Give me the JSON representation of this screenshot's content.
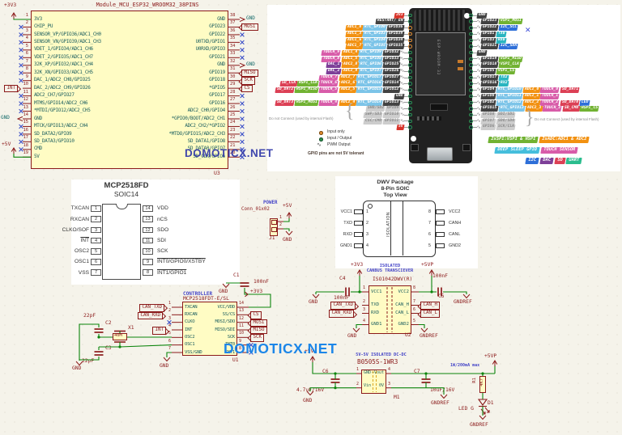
{
  "watermark": {
    "text": "DOMOTICX.NET"
  },
  "nets": {
    "p3v3": "+3V3",
    "p5v": "+5V",
    "p5vp": "+5VP",
    "gnd": "GND",
    "gndref": "GNDREF",
    "int": "INT",
    "mosi": "MOSI",
    "miso": "MISO",
    "sck": "SCK",
    "cs": "CS",
    "can_txd": "CAN_TXD",
    "can_rxd": "CAN_RXD",
    "can_h": "CAN_H",
    "can_l": "CAN_L"
  },
  "esp32": {
    "title": "Module_MCU_ESP32_WROOM32_38PINS",
    "ref": "U3",
    "left": [
      {
        "n": "1",
        "name": "3V3",
        "net": "p3v3"
      },
      {
        "n": "2",
        "name": "CHIP_PU",
        "nc": true
      },
      {
        "n": "3",
        "name": "SENSOR_VP/GPIO36/ADC1_CH0",
        "nc": true
      },
      {
        "n": "4",
        "name": "SENSOR_VN/GPIO39/ADC1_CH3",
        "nc": true
      },
      {
        "n": "5",
        "name": "VDET_1/GPIO34/ADC1_CH6",
        "nc": true
      },
      {
        "n": "6",
        "name": "VDET_2/GPIO35/ADC1_CH7",
        "nc": true
      },
      {
        "n": "7",
        "name": "32K_XP/GPIO32/ADC1_CH4",
        "nc": true
      },
      {
        "n": "8",
        "name": "32K_XN/GPIO33/ADC1_CH5",
        "nc": true
      },
      {
        "n": "9",
        "name": "DAC_1/ADC2_CH8/GPIO25",
        "nc": true
      },
      {
        "n": "10",
        "name": "DAC_2/ADC2_CH9/GPIO26",
        "glabel": "int"
      },
      {
        "n": "11",
        "name": "ADC2_CH7/GPIO27",
        "nc": true
      },
      {
        "n": "12",
        "name": "MTMS/GPIO14/ADC2_CH6",
        "nc": true
      },
      {
        "n": "13",
        "name": "*MTDI/GPIO12/ADC2_CH5",
        "nc": true
      },
      {
        "n": "14",
        "name": "GND",
        "gndlabel": true
      },
      {
        "n": "15",
        "name": "MTCK/GPIO13/ADC2_CH4",
        "nc": true
      },
      {
        "n": "16",
        "name": "SD_DATA2/GPIO9",
        "nc": true
      },
      {
        "n": "17",
        "name": "SD_DATA3/GPIO10",
        "nc": true
      },
      {
        "n": "18",
        "name": "CMD",
        "nc": true
      },
      {
        "n": "19",
        "name": "5V",
        "net": "p5v"
      }
    ],
    "right": [
      {
        "n": "38",
        "name": "GND",
        "gndnet": true
      },
      {
        "n": "37",
        "name": "GPIO23",
        "glabel": "mosi"
      },
      {
        "n": "36",
        "name": "GPIO22",
        "nc": true
      },
      {
        "n": "35",
        "name": "U0TXD/GPIO1",
        "nc": true
      },
      {
        "n": "34",
        "name": "U0RXD/GPIO3",
        "nc": true
      },
      {
        "n": "33",
        "name": "GPIO21",
        "nc": true
      },
      {
        "n": "32",
        "name": "GND",
        "gndnet": true
      },
      {
        "n": "31",
        "name": "GPIO19",
        "glabel": "miso"
      },
      {
        "n": "30",
        "name": "GPIO18",
        "glabel": "sck"
      },
      {
        "n": "29",
        "name": "*GPIO5",
        "glabel": "cs"
      },
      {
        "n": "28",
        "name": "GPIO17",
        "nc": true
      },
      {
        "n": "27",
        "name": "GPIO16",
        "nc": true
      },
      {
        "n": "26",
        "name": "ADC2_CH0/GPIO4",
        "nc": true
      },
      {
        "n": "25",
        "name": "*GPIO0/BOOT/ADC2_CH1",
        "nc": true
      },
      {
        "n": "24",
        "name": "ADC2_CH2/*GPIO2",
        "nc": true
      },
      {
        "n": "23",
        "name": "*MTDO/GPIO15/ADC2_CH3",
        "nc": true
      },
      {
        "n": "22",
        "name": "SD_DATA1/GPIO8",
        "nc": true
      },
      {
        "n": "21",
        "name": "SD_DATA0/GPIO7",
        "nc": true
      },
      {
        "n": "20",
        "name": "SD_CLK/GPIO6",
        "nc": true
      }
    ]
  },
  "pinout": {
    "board_chip": "ESP-WROOM-32",
    "chip_colors": {
      "red": "#D7352B",
      "dark": "#424242",
      "orange": "#F29111",
      "ltblue": "#7CC4E8",
      "pink": "#D85CA9",
      "purple": "#7D3F98",
      "green": "#71B232",
      "blue": "#2E6FD8",
      "cyan": "#2AB5C0",
      "sd": "#DC4055",
      "gray": "#CDCDCD",
      "dsleep": "#45BEDC",
      "uart": "#2BBD8E"
    },
    "left_rows": [
      {
        "chips": [
          [
            "3V3",
            "red"
          ]
        ],
        "dot": "io"
      },
      {
        "chips": [
          [
            "RESTART/ EN",
            "dark"
          ]
        ],
        "dot": "io"
      },
      {
        "chips": [
          [
            "ADC1_0",
            "orange"
          ],
          [
            "RTC_GPIO0",
            "ltblue"
          ],
          [
            "GPIO36",
            "dark"
          ]
        ],
        "dot": "in"
      },
      {
        "chips": [
          [
            "ADC1_3",
            "orange"
          ],
          [
            "RTC_GPIO3",
            "ltblue"
          ],
          [
            "GPIO39",
            "dark"
          ]
        ],
        "dot": "in"
      },
      {
        "chips": [
          [
            "ADC1_6",
            "orange"
          ],
          [
            "RTC_GPIO4",
            "ltblue"
          ],
          [
            "GPIO34",
            "dark"
          ]
        ],
        "dot": "in"
      },
      {
        "chips": [
          [
            "ADC1_7",
            "orange"
          ],
          [
            "RTC_GPIO5",
            "ltblue"
          ],
          [
            "GPIO35",
            "dark"
          ]
        ],
        "dot": "in"
      },
      {
        "chips": [
          [
            "TOUCH_9",
            "pink"
          ],
          [
            "ADC1_4",
            "orange"
          ],
          [
            "RTC_GPIO9",
            "ltblue"
          ],
          [
            "GPIO32",
            "dark"
          ]
        ],
        "dot": "io",
        "pwm": true
      },
      {
        "chips": [
          [
            "TOUCH_8",
            "pink"
          ],
          [
            "ADC1_5",
            "orange"
          ],
          [
            "RTC_GPIO8",
            "ltblue"
          ],
          [
            "GPIO33",
            "dark"
          ]
        ],
        "dot": "io",
        "pwm": true
      },
      {
        "chips": [
          [
            "DAC_1",
            "purple"
          ],
          [
            "ADC2_8",
            "orange"
          ],
          [
            "RTC_GPIO6",
            "ltblue"
          ],
          [
            "GPIO25",
            "dark"
          ]
        ],
        "dot": "io",
        "pwm": true
      },
      {
        "chips": [
          [
            "DAC_2",
            "purple"
          ],
          [
            "ADC2_9",
            "orange"
          ],
          [
            "RTC_GPIO7",
            "ltblue"
          ],
          [
            "GPIO26",
            "dark"
          ]
        ],
        "dot": "io",
        "pwm": true
      },
      {
        "chips": [
          [
            "TOUCH_7",
            "pink"
          ],
          [
            "ADC2_7",
            "orange"
          ],
          [
            "RTC_GPIO17",
            "ltblue"
          ],
          [
            "GPIO27",
            "dark"
          ]
        ],
        "dot": "io",
        "pwm": true
      },
      {
        "chips": [
          [
            "SD_CLK",
            "sd"
          ],
          [
            "HSPI_CLK",
            "green"
          ],
          [
            "TOUCH_6",
            "pink"
          ],
          [
            "ADC2_6",
            "orange"
          ],
          [
            "RTC_GPIO16",
            "ltblue"
          ],
          [
            "GPIO14",
            "dark"
          ]
        ],
        "dot": "io",
        "pwm": true
      },
      {
        "chips": [
          [
            "SD_DAT2",
            "sd"
          ],
          [
            "HSPI_MISO",
            "green"
          ],
          [
            "TOUCH_5",
            "pink"
          ],
          [
            "ADC2_5",
            "orange"
          ],
          [
            "RTC_GPIO15",
            "ltblue"
          ],
          [
            "GPIO12",
            "dark"
          ]
        ],
        "dot": "io",
        "pwm": true
      },
      {
        "chips": [
          [
            "GND",
            "dark"
          ]
        ],
        "dot": "io"
      },
      {
        "chips": [
          [
            "SD_DAT3",
            "sd"
          ],
          [
            "HSPI_MOSI",
            "green"
          ],
          [
            "TOUCH_4",
            "pink"
          ],
          [
            "ADC2_4",
            "orange"
          ],
          [
            "RTC_GPIO14",
            "ltblue"
          ],
          [
            "GPIO13",
            "dark"
          ]
        ],
        "dot": "io",
        "pwm": true
      },
      {
        "chips": [
          [
            "SHD/SD2",
            "gray"
          ],
          [
            "GPIO9",
            "gray"
          ]
        ],
        "dot": "io",
        "pwm": true
      },
      {
        "chips": [
          [
            "SWP/SD3",
            "gray"
          ],
          [
            "GPIO10",
            "gray"
          ]
        ],
        "dot": "io",
        "pwm": true
      },
      {
        "chips": [
          [
            "CSC/CMD",
            "gray"
          ],
          [
            "GPIO11",
            "gray"
          ]
        ],
        "dot": "io",
        "pwm": true
      },
      {
        "chips": [
          [
            "5V",
            "red"
          ]
        ],
        "dot": "io"
      }
    ],
    "right_rows": [
      {
        "chips": [
          [
            "GND",
            "dark"
          ]
        ],
        "dot": "io"
      },
      {
        "chips": [
          [
            "GPIO23",
            "dark"
          ],
          [
            "VSPI_MOSI",
            "green"
          ]
        ],
        "dot": "io",
        "pwm": true
      },
      {
        "chips": [
          [
            "GPIO22",
            "dark"
          ],
          [
            "I2C_SCL",
            "blue"
          ]
        ],
        "dot": "io",
        "pwm": true
      },
      {
        "chips": [
          [
            "GPIO1",
            "dark"
          ],
          [
            "TX0",
            "cyan"
          ]
        ],
        "dot": "io",
        "pwm": true
      },
      {
        "chips": [
          [
            "GPIO3",
            "dark"
          ],
          [
            "RX0",
            "cyan"
          ]
        ],
        "dot": "io",
        "pwm": true
      },
      {
        "chips": [
          [
            "GPIO21",
            "dark"
          ],
          [
            "I2C_SDA",
            "blue"
          ]
        ],
        "dot": "io",
        "pwm": true
      },
      {
        "chips": [
          [
            "GND",
            "dark"
          ]
        ],
        "dot": "io"
      },
      {
        "chips": [
          [
            "GPIO19",
            "dark"
          ],
          [
            "VSPI_MISO",
            "green"
          ]
        ],
        "dot": "io",
        "pwm": true
      },
      {
        "chips": [
          [
            "GPIO18",
            "dark"
          ],
          [
            "VSPI_CLK",
            "green"
          ]
        ],
        "dot": "io",
        "pwm": true
      },
      {
        "chips": [
          [
            "GPIO5",
            "dark"
          ],
          [
            "VSPI_CS",
            "green"
          ]
        ],
        "dot": "io",
        "pwm": true
      },
      {
        "chips": [
          [
            "GPIO17",
            "dark"
          ],
          [
            "TX2",
            "cyan"
          ]
        ],
        "dot": "io",
        "pwm": true
      },
      {
        "chips": [
          [
            "GPIO16",
            "dark"
          ],
          [
            "RX2",
            "cyan"
          ]
        ],
        "dot": "io",
        "pwm": true
      },
      {
        "chips": [
          [
            "GPIO4",
            "dark"
          ],
          [
            "RTC_GPIO10",
            "ltblue"
          ],
          [
            "ADC2_0",
            "orange"
          ],
          [
            "TOUCH_0",
            "pink"
          ],
          [
            "SD_DAT1",
            "sd"
          ]
        ],
        "dot": "io",
        "pwm": true
      },
      {
        "chips": [
          [
            "GPIO0",
            "dark"
          ],
          [
            "RTC_GPIO11",
            "ltblue"
          ],
          [
            "ADC2_1",
            "orange"
          ],
          [
            "TOUCH_1",
            "pink"
          ]
        ],
        "dot": "io",
        "pwm": true
      },
      {
        "chips": [
          [
            "GPIO2",
            "dark"
          ],
          [
            "RTC_GPIO12",
            "ltblue"
          ],
          [
            "ADC2_2",
            "orange"
          ],
          [
            "TOUCH_2",
            "pink"
          ],
          [
            "SD_DAT0",
            "sd"
          ],
          [
            "LED",
            "blue"
          ]
        ],
        "dot": "io",
        "pwm": true
      },
      {
        "chips": [
          [
            "GPIO15",
            "dark"
          ],
          [
            "RTC_GPIO13",
            "ltblue"
          ],
          [
            "ADC2_3",
            "orange"
          ],
          [
            "TOUCH_3",
            "pink"
          ],
          [
            "SD_CMD",
            "sd"
          ],
          [
            "HSPI_CS",
            "green"
          ]
        ],
        "dot": "io",
        "pwm": true
      },
      {
        "chips": [
          [
            "GPIO8",
            "gray"
          ],
          [
            "SDI/SD1",
            "gray"
          ]
        ],
        "dot": "io",
        "pwm": true
      },
      {
        "chips": [
          [
            "GPIO7",
            "gray"
          ],
          [
            "SDO/SD0",
            "gray"
          ]
        ],
        "dot": "io",
        "pwm": true
      },
      {
        "chips": [
          [
            "GPIO6",
            "gray"
          ],
          [
            "SCK/CLK",
            "gray"
          ]
        ],
        "dot": "io",
        "pwm": true
      }
    ],
    "dnc_note": "Do not Connect (used by internal Flash)",
    "legend": {
      "input_only": "Input only",
      "io": "Input / Output",
      "pwm": "PWM Output",
      "note": "GPIO pins are not 5V tolerant"
    },
    "badges": [
      [
        [
          "2xSPI:VSPI & HSPI",
          "green"
        ],
        [
          "2xADC:ADC1 & ADC2",
          "orange"
        ]
      ],
      [
        [
          "DEEP SLEEP GPIO",
          "dsleep"
        ],
        [
          "TOUCH SENSOR",
          "pink"
        ]
      ],
      [
        [
          "I2C",
          "blue"
        ],
        [
          "DAC",
          "purple"
        ],
        [
          "SD",
          "sd"
        ],
        [
          "UART",
          "uart"
        ]
      ]
    ]
  },
  "mcp_pkg": {
    "name": "MCP2518FD",
    "pkg": "SOIC14",
    "left": [
      [
        "1",
        "TXCAN",
        0
      ],
      [
        "2",
        "RXCAN",
        0
      ],
      [
        "3",
        "CLKO/SOF",
        0
      ],
      [
        "4",
        "INT",
        1
      ],
      [
        "5",
        "OSC2",
        0
      ],
      [
        "6",
        "OSC1",
        0
      ],
      [
        "7",
        "VSS",
        0
      ]
    ],
    "right": [
      [
        "14",
        "VDD",
        0
      ],
      [
        "13",
        "nCS",
        0
      ],
      [
        "12",
        "SDO",
        0
      ],
      [
        "11",
        "SDI",
        0
      ],
      [
        "10",
        "SCK",
        0
      ],
      [
        "9",
        "INT0/GPIO0/XSTBY",
        1
      ],
      [
        "8",
        "INT1/GPIO1",
        1
      ]
    ]
  },
  "dwv_pkg": {
    "t1": "DWV Package",
    "t2": "8-Pin SOIC",
    "t3": "Top View",
    "center": "ISOLATION",
    "left": [
      [
        "1",
        "VCC1"
      ],
      [
        "2",
        "TXD"
      ],
      [
        "3",
        "RXD"
      ],
      [
        "4",
        "GND1"
      ]
    ],
    "right": [
      [
        "8",
        "VCC2"
      ],
      [
        "7",
        "CANH"
      ],
      [
        "6",
        "CANL"
      ],
      [
        "5",
        "GND2"
      ]
    ]
  },
  "j1": {
    "doc": "POWER",
    "part": "Conn_01x02",
    "ref": "J1",
    "p1": "1",
    "p2": "2"
  },
  "u1": {
    "doc": "CONTROLLER",
    "part": "MCP2518FDT-E/SL",
    "ref": "U1",
    "left": [
      [
        "1",
        "TXCAN"
      ],
      [
        "2",
        "RXCAN"
      ],
      [
        "3",
        "CLKO"
      ],
      [
        "4",
        "INT"
      ],
      [
        "5",
        "OSC2"
      ],
      [
        "6",
        "OSC1"
      ],
      [
        "7",
        "VSS/GND"
      ]
    ],
    "right": [
      [
        "14",
        "VCC/VDD"
      ],
      [
        "13",
        "SS/CS"
      ],
      [
        "12",
        "MOSI/SDO"
      ],
      [
        "11",
        "MISO/SDI"
      ],
      [
        "10",
        "SCK"
      ],
      [
        "9",
        "INT0"
      ],
      [
        "8",
        "INT1"
      ]
    ]
  },
  "u2": {
    "doc1": "ISOLATED",
    "doc2": "CANBUS TRANSCIEVER",
    "part": "ISO1042DWV(R)",
    "ref": "U2",
    "left": [
      [
        "1",
        "VCC1"
      ],
      [
        "2",
        "TXD"
      ],
      [
        "3",
        "RXD"
      ],
      [
        "4",
        "GND1"
      ]
    ],
    "right": [
      [
        "8",
        "VCC2"
      ],
      [
        "7",
        "CAN_H"
      ],
      [
        "6",
        "CAN_L"
      ],
      [
        "5",
        "GND2"
      ]
    ]
  },
  "m1": {
    "doc": "5V-5V ISOLATED DC-DC",
    "part": "B0505S-1WR3",
    "ref": "M1",
    "note": "1W/200mA max",
    "tl": [
      "1",
      "GND"
    ],
    "bl": [
      "2",
      "Vin"
    ],
    "tr": [
      "4",
      "+Vout"
    ],
    "br": [
      "3",
      "0V"
    ]
  },
  "parts": {
    "c1": [
      "C1",
      "100nF"
    ],
    "c2": [
      "C2",
      "22pF"
    ],
    "c3": [
      "C3",
      "22pF"
    ],
    "x1": [
      "X1",
      "40M"
    ],
    "c4": [
      "C4",
      "100nF"
    ],
    "c5": [
      "C5",
      "100nF"
    ],
    "c6": [
      "C6",
      "4.7uF/16V"
    ],
    "c7": [
      "C7",
      "10uF/16V"
    ],
    "r1": [
      "R1",
      "4K7"
    ],
    "d1": [
      "D1",
      "LED G"
    ]
  }
}
